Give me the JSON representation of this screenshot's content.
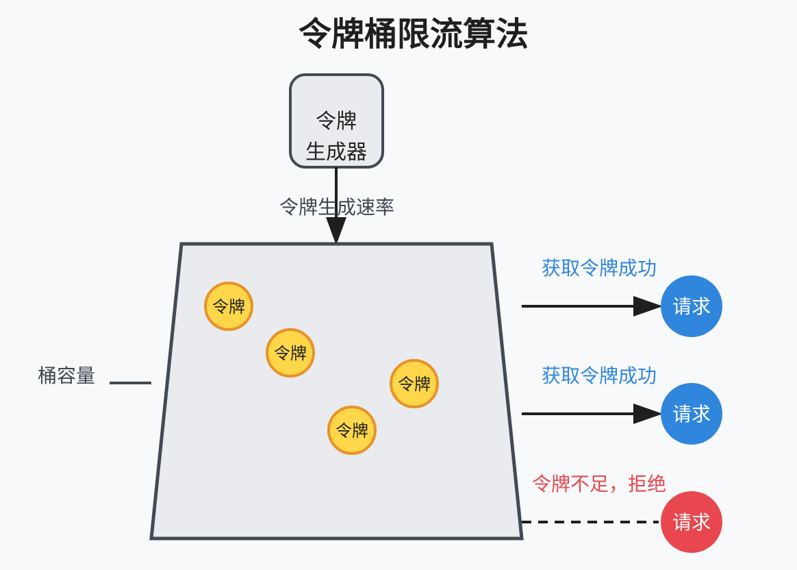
{
  "title": "令牌桶限流算法",
  "generator": {
    "line1": "令牌",
    "line2": "生成器"
  },
  "rate_label": "令牌生成速率",
  "capacity_label": "桶容量",
  "token_label": "令牌",
  "tokens": [
    "令牌",
    "令牌",
    "令牌",
    "令牌"
  ],
  "requests": [
    {
      "status_label": "获取令牌成功",
      "label": "请求",
      "outcome": "success"
    },
    {
      "status_label": "获取令牌成功",
      "label": "请求",
      "outcome": "success"
    },
    {
      "status_label": "令牌不足，拒绝",
      "label": "请求",
      "outcome": "rejected"
    }
  ],
  "colors": {
    "success": "#2f86dc",
    "rejected": "#e8474f",
    "token_fill": "#fdd649",
    "token_stroke": "#e8922a",
    "bucket_fill": "#e9ebee",
    "bucket_stroke": "#434a53"
  }
}
